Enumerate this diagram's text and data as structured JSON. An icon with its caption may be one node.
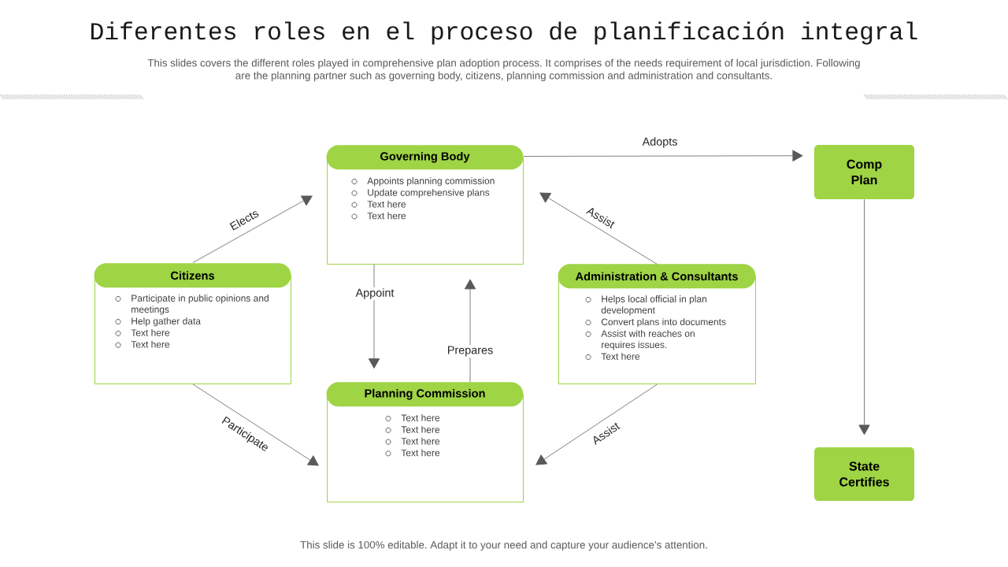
{
  "diagram": {
    "title": "Diferentes roles en el proceso de planificación integral",
    "caption": "This slides covers the different roles played in comprehensive plan adoption process. It comprises of the needs requirement of local jurisdiction. Following are the planning partner such as governing body, citizens, planning commission and administration and consultants.",
    "nodes": [
      {
        "text": [
          "Governing Body",
          "Appoints planning commission",
          "Update comprehensive plans",
          "Text here",
          "Text here"
        ]
      },
      {
        "text": [
          "Comp Plan"
        ]
      },
      {
        "text": [
          "Citizens",
          "Participate in public opinions and meetings",
          "Help gather data",
          "Text here",
          "Text here"
        ]
      },
      {
        "text": [
          "Administration & Consultants",
          "Helps local official in plan development",
          "Convert plans into documents",
          "Assist with reaches on requires issues.",
          "Text here"
        ]
      },
      {
        "text": [
          "Planning Commission",
          "Text here",
          "Text here",
          "Text here",
          "Text here"
        ]
      },
      {
        "text": [
          "State Certifies"
        ]
      }
    ],
    "edges": [
      {
        "from": 2,
        "to": 0,
        "arrow": "to",
        "label": "Elects"
      },
      {
        "from": 2,
        "to": 4,
        "arrow": "to",
        "label": "Participate"
      },
      {
        "from": 0,
        "to": 4,
        "arrow": "to",
        "label": "Appoint"
      },
      {
        "from": 4,
        "to": 0,
        "arrow": "to",
        "label": "Prepares"
      },
      {
        "from": 3,
        "to": 0,
        "arrow": "to",
        "label": "Assist"
      },
      {
        "from": 3,
        "to": 4,
        "arrow": "to",
        "label": "Assist"
      },
      {
        "from": 0,
        "to": 1,
        "arrow": "to",
        "label": "Adopts"
      },
      {
        "from": 1,
        "to": 5,
        "arrow": "to"
      }
    ],
    "labels": [
      "This slide is 100% editable. Adapt it to your need and capture your audience’s attention."
    ]
  }
}
